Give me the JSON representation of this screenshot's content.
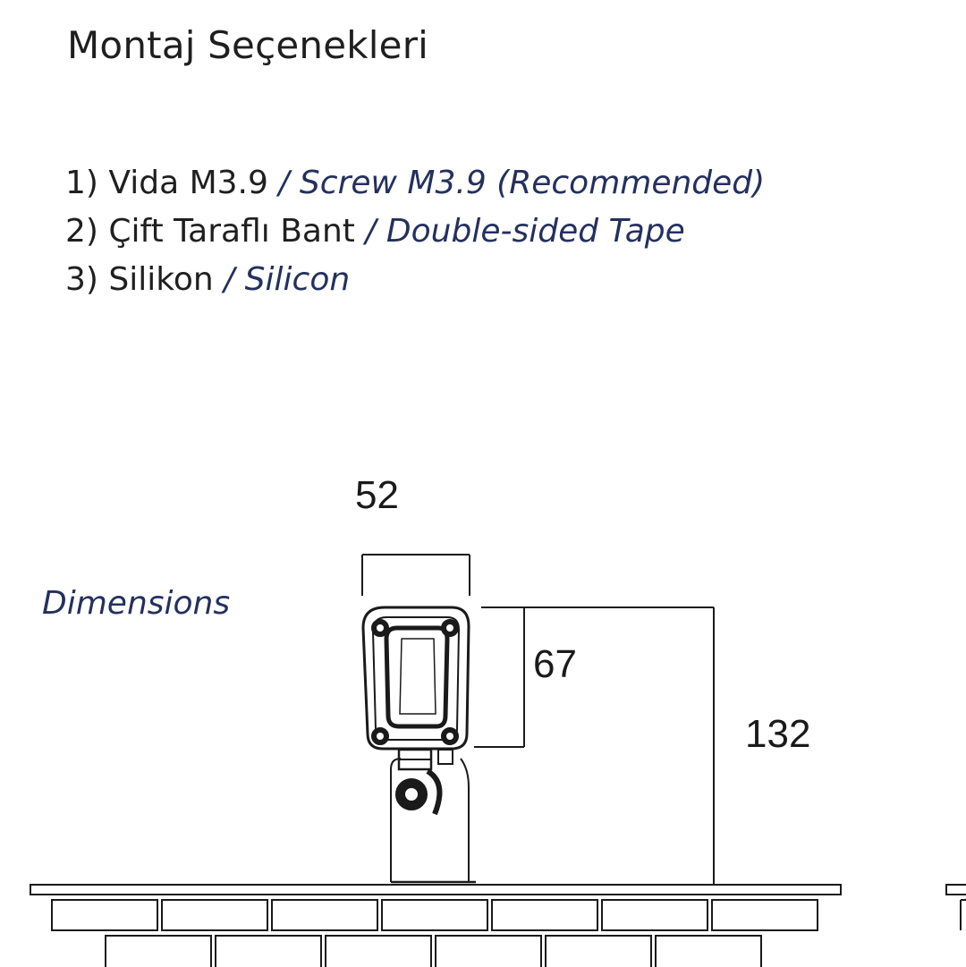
{
  "title": "Montaj Seçenekleri",
  "options": [
    {
      "tr": "1) Vida M3.9",
      "en": "/ Screw M3.9 (Recommended)"
    },
    {
      "tr": "2) Çift Taraflı Bant",
      "en": "/ Double-sided Tape"
    },
    {
      "tr": "3) Silikon",
      "en": "/ Silicon"
    }
  ],
  "dimensions_label": "Dimensions",
  "dimensions": {
    "width": "52",
    "head_height": "67",
    "total_height": "132"
  },
  "colors": {
    "text": "#1f1f1f",
    "accent": "#24305e",
    "line": "#1a1a1a"
  }
}
